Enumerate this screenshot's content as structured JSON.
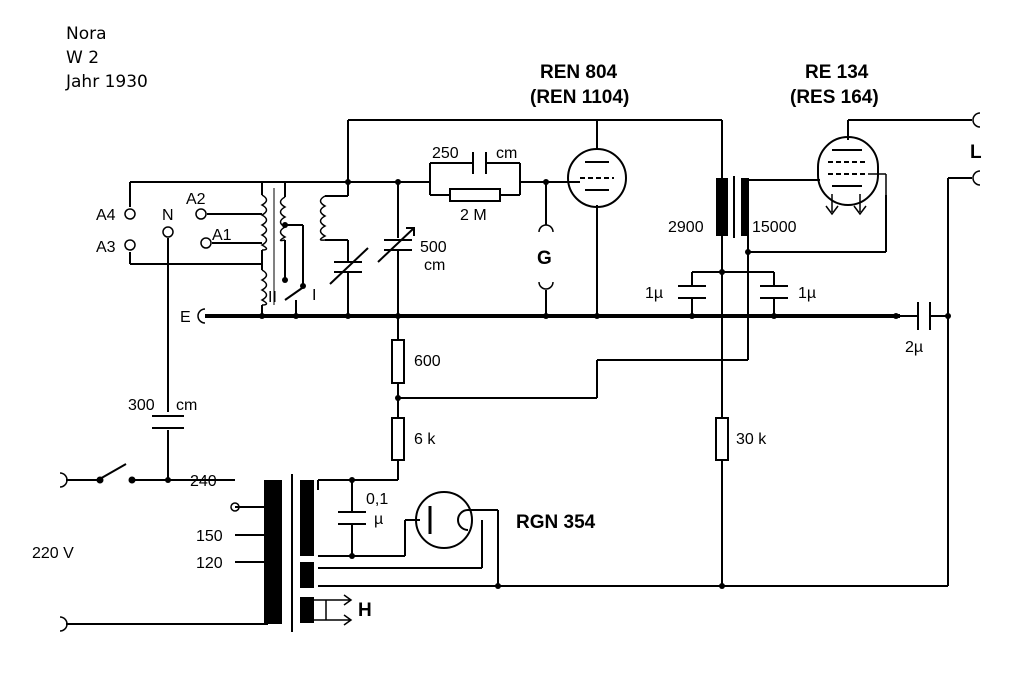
{
  "header": {
    "line1": "Nora",
    "line2": "W 2",
    "line3": "Jahr  1930"
  },
  "tubes": {
    "t1_name": "REN 804",
    "t1_alt": "(REN 1104)",
    "t2_name": "RE 134",
    "t2_alt": "(RES 164)",
    "rect": "RGN 354"
  },
  "terminals": {
    "a4": "A4",
    "a3": "A3",
    "a2": "A2",
    "a1": "A1",
    "n": "N",
    "e": "E",
    "l": "L",
    "g": "G",
    "h": "H"
  },
  "components": {
    "c_grid": "250",
    "c_grid_unit": "cm",
    "r_grid": "2 M",
    "c_tune": "500",
    "c_tune_unit": "cm",
    "sw_2": "II",
    "sw_1": "I",
    "tr_pri": "2900",
    "tr_sec": "15000",
    "c_1a": "1µ",
    "c_1b": "1µ",
    "c_out": "2µ",
    "r_600": "600",
    "r_6k": "6 k",
    "r_30k": "30 k",
    "c_ant": "300",
    "c_ant_unit": "cm",
    "c_filt": "0,1",
    "c_filt_unit": "µ",
    "tap_240": "240",
    "tap_150": "150",
    "tap_120": "120",
    "mains": "220 V"
  }
}
